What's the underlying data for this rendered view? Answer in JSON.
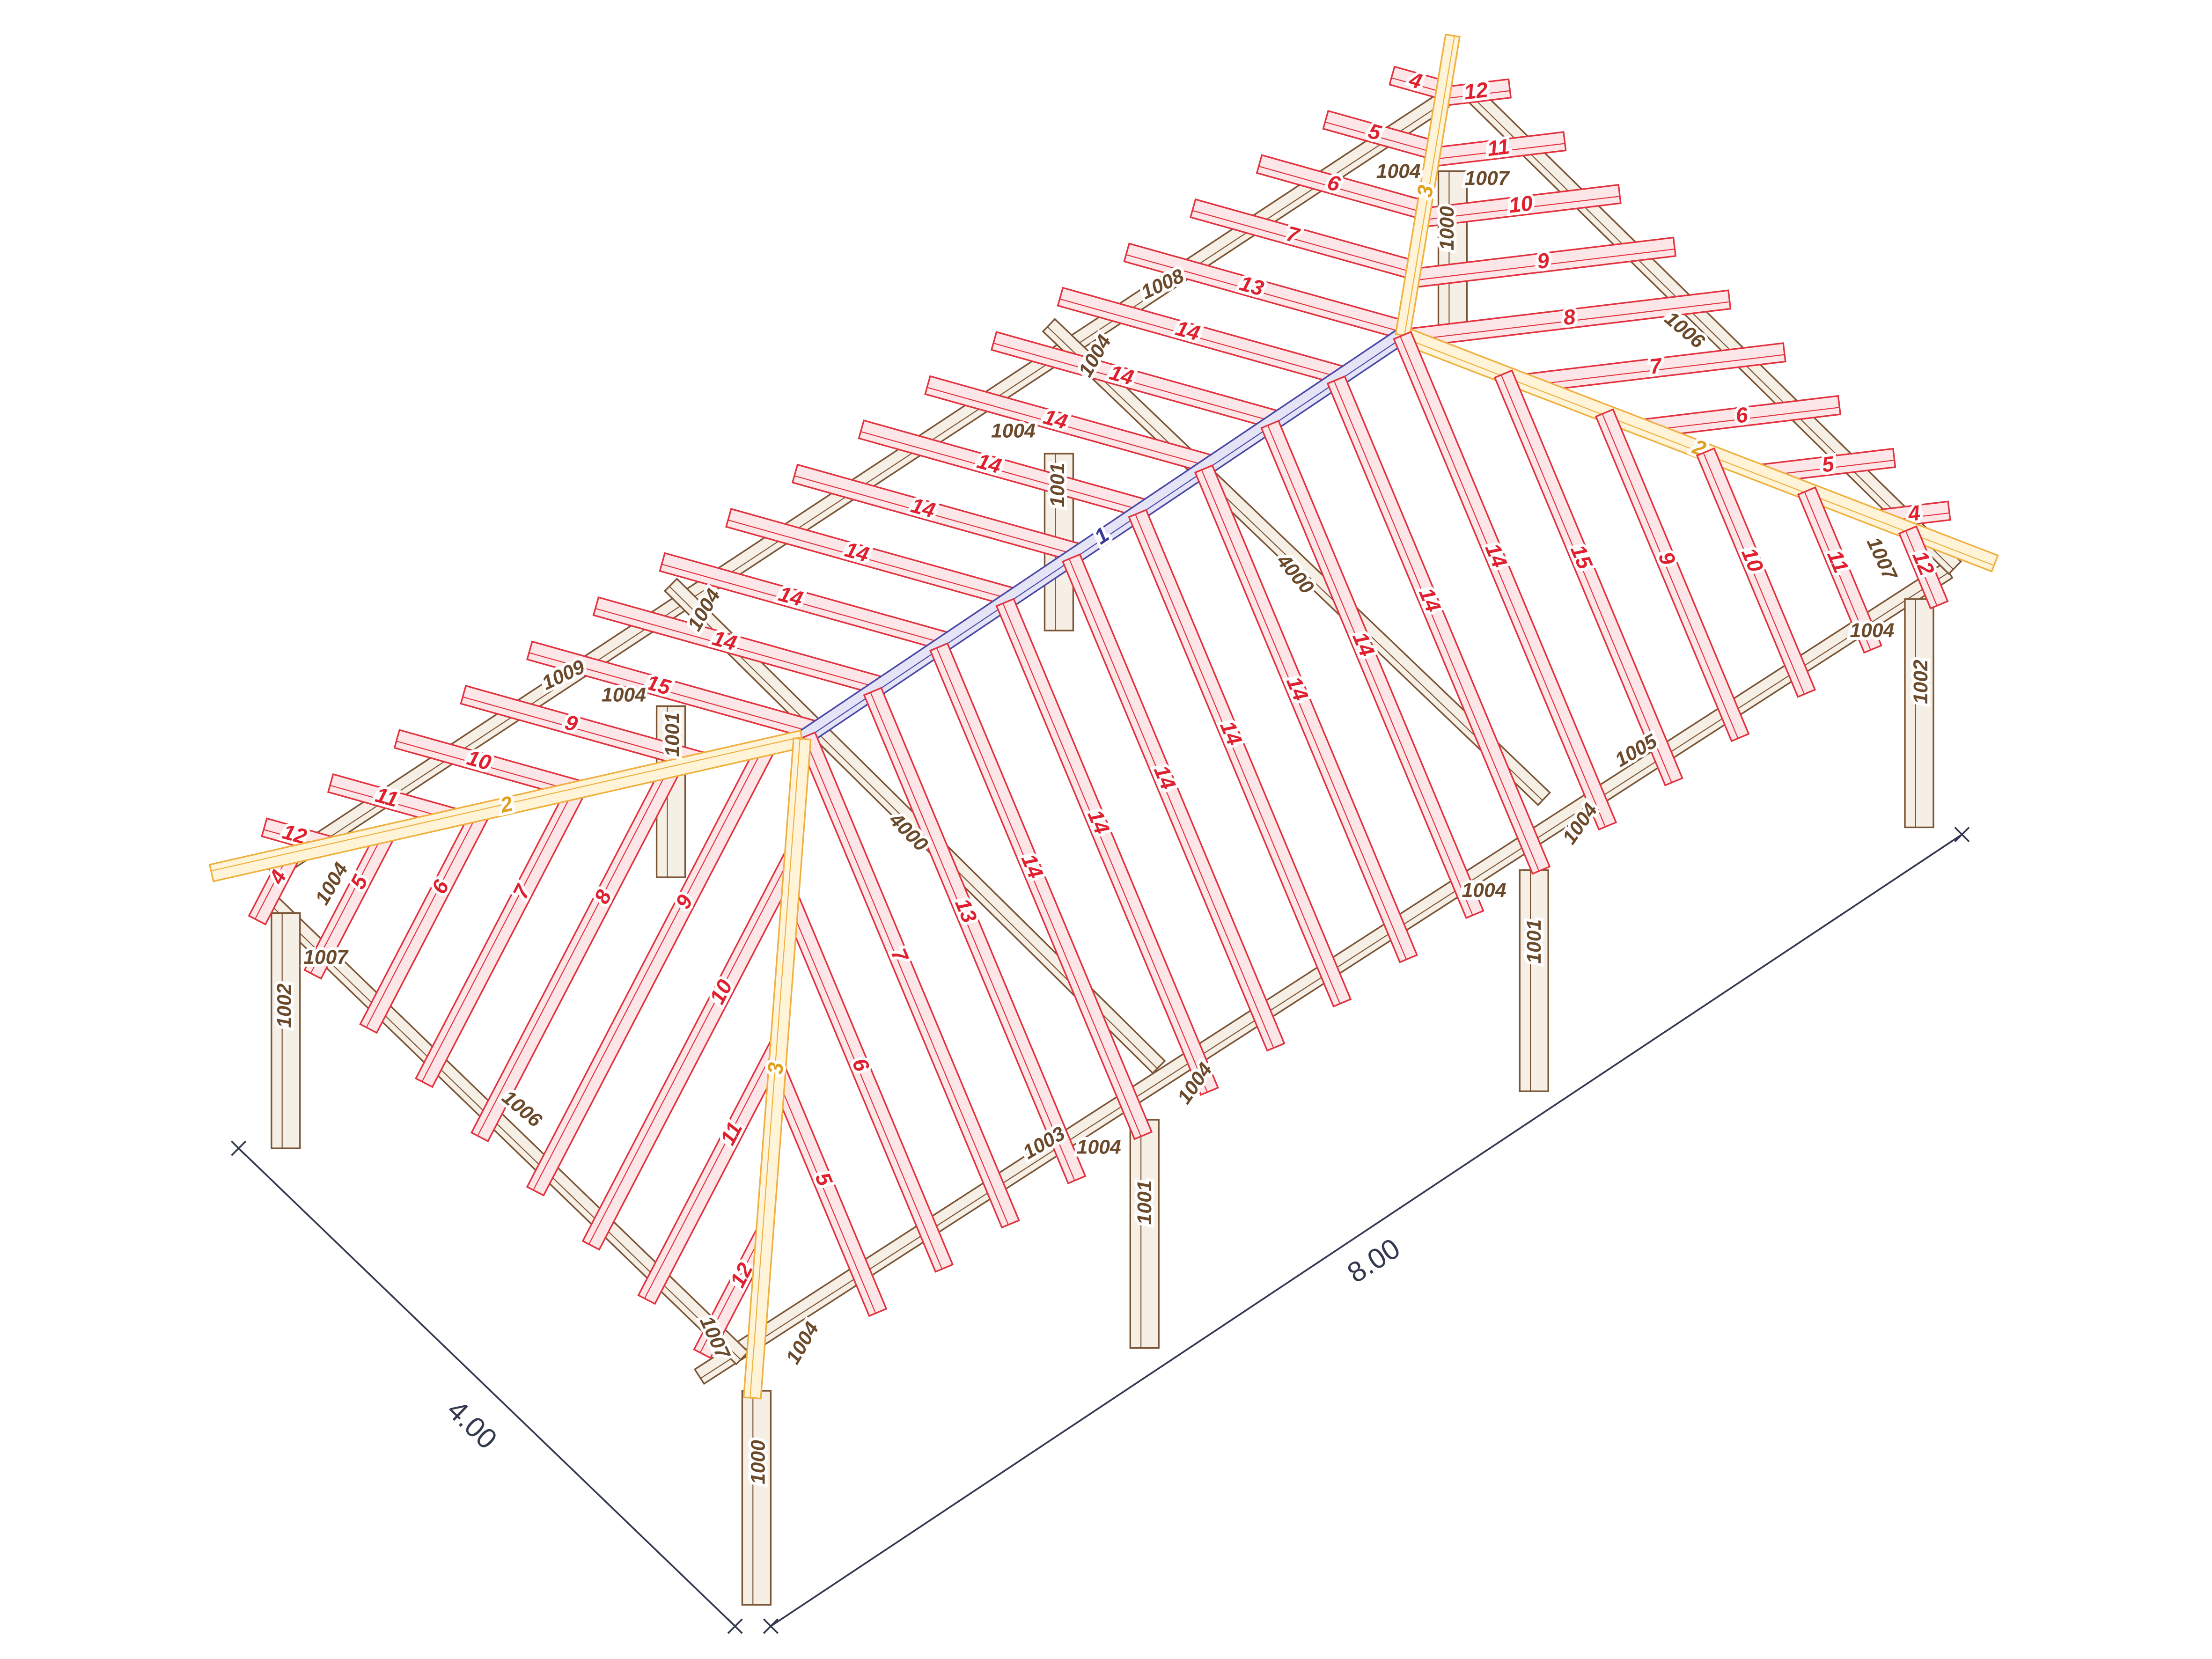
{
  "colors": {
    "rafter": "#e2323e",
    "rafter_fill": "#fde6e8",
    "hip": "#efb040",
    "hip_fill": "#fff4d8",
    "ridge": "#4848a6",
    "ridge_fill": "#e4e4f6",
    "timber": "#7a5535",
    "timber_fill": "#f6efe6",
    "dimension": "#333a50"
  },
  "ridge": {
    "label": "1"
  },
  "hips": [
    {
      "label": "2"
    },
    {
      "label": "3"
    },
    {
      "label": "2"
    },
    {
      "label": "3"
    }
  ],
  "back_slope_rafters": [
    "12",
    "11",
    "10",
    "9",
    "15",
    "14",
    "14",
    "14",
    "14",
    "14",
    "14",
    "14",
    "14",
    "13",
    "7",
    "6",
    "5",
    "4"
  ],
  "front_slope_rafters": [
    "5",
    "6",
    "7",
    "13",
    "14",
    "14",
    "14",
    "14",
    "14",
    "14",
    "14",
    "14",
    "15",
    "9",
    "10",
    "11",
    "12"
  ],
  "left_end_rafters": [
    "4",
    "5",
    "6",
    "7",
    "8",
    "9",
    "10",
    "11",
    "12"
  ],
  "right_end_rafters": [
    "12",
    "11",
    "10",
    "9",
    "8",
    "7",
    "6",
    "5",
    "4"
  ],
  "timber_labels": [
    "1004",
    "1007",
    "1000",
    "1008",
    "1006",
    "1004",
    "1004",
    "1001",
    "4000",
    "1007",
    "1004",
    "1002",
    "1004",
    "1009",
    "1004",
    "1001",
    "1005",
    "1004",
    "1004",
    "1001",
    "4000",
    "1004",
    "1007",
    "1002",
    "1006",
    "1003",
    "1004",
    "1004",
    "1001",
    "1007",
    "1004",
    "1000"
  ],
  "dimensions": {
    "width": "4.00",
    "length": "8.00"
  }
}
